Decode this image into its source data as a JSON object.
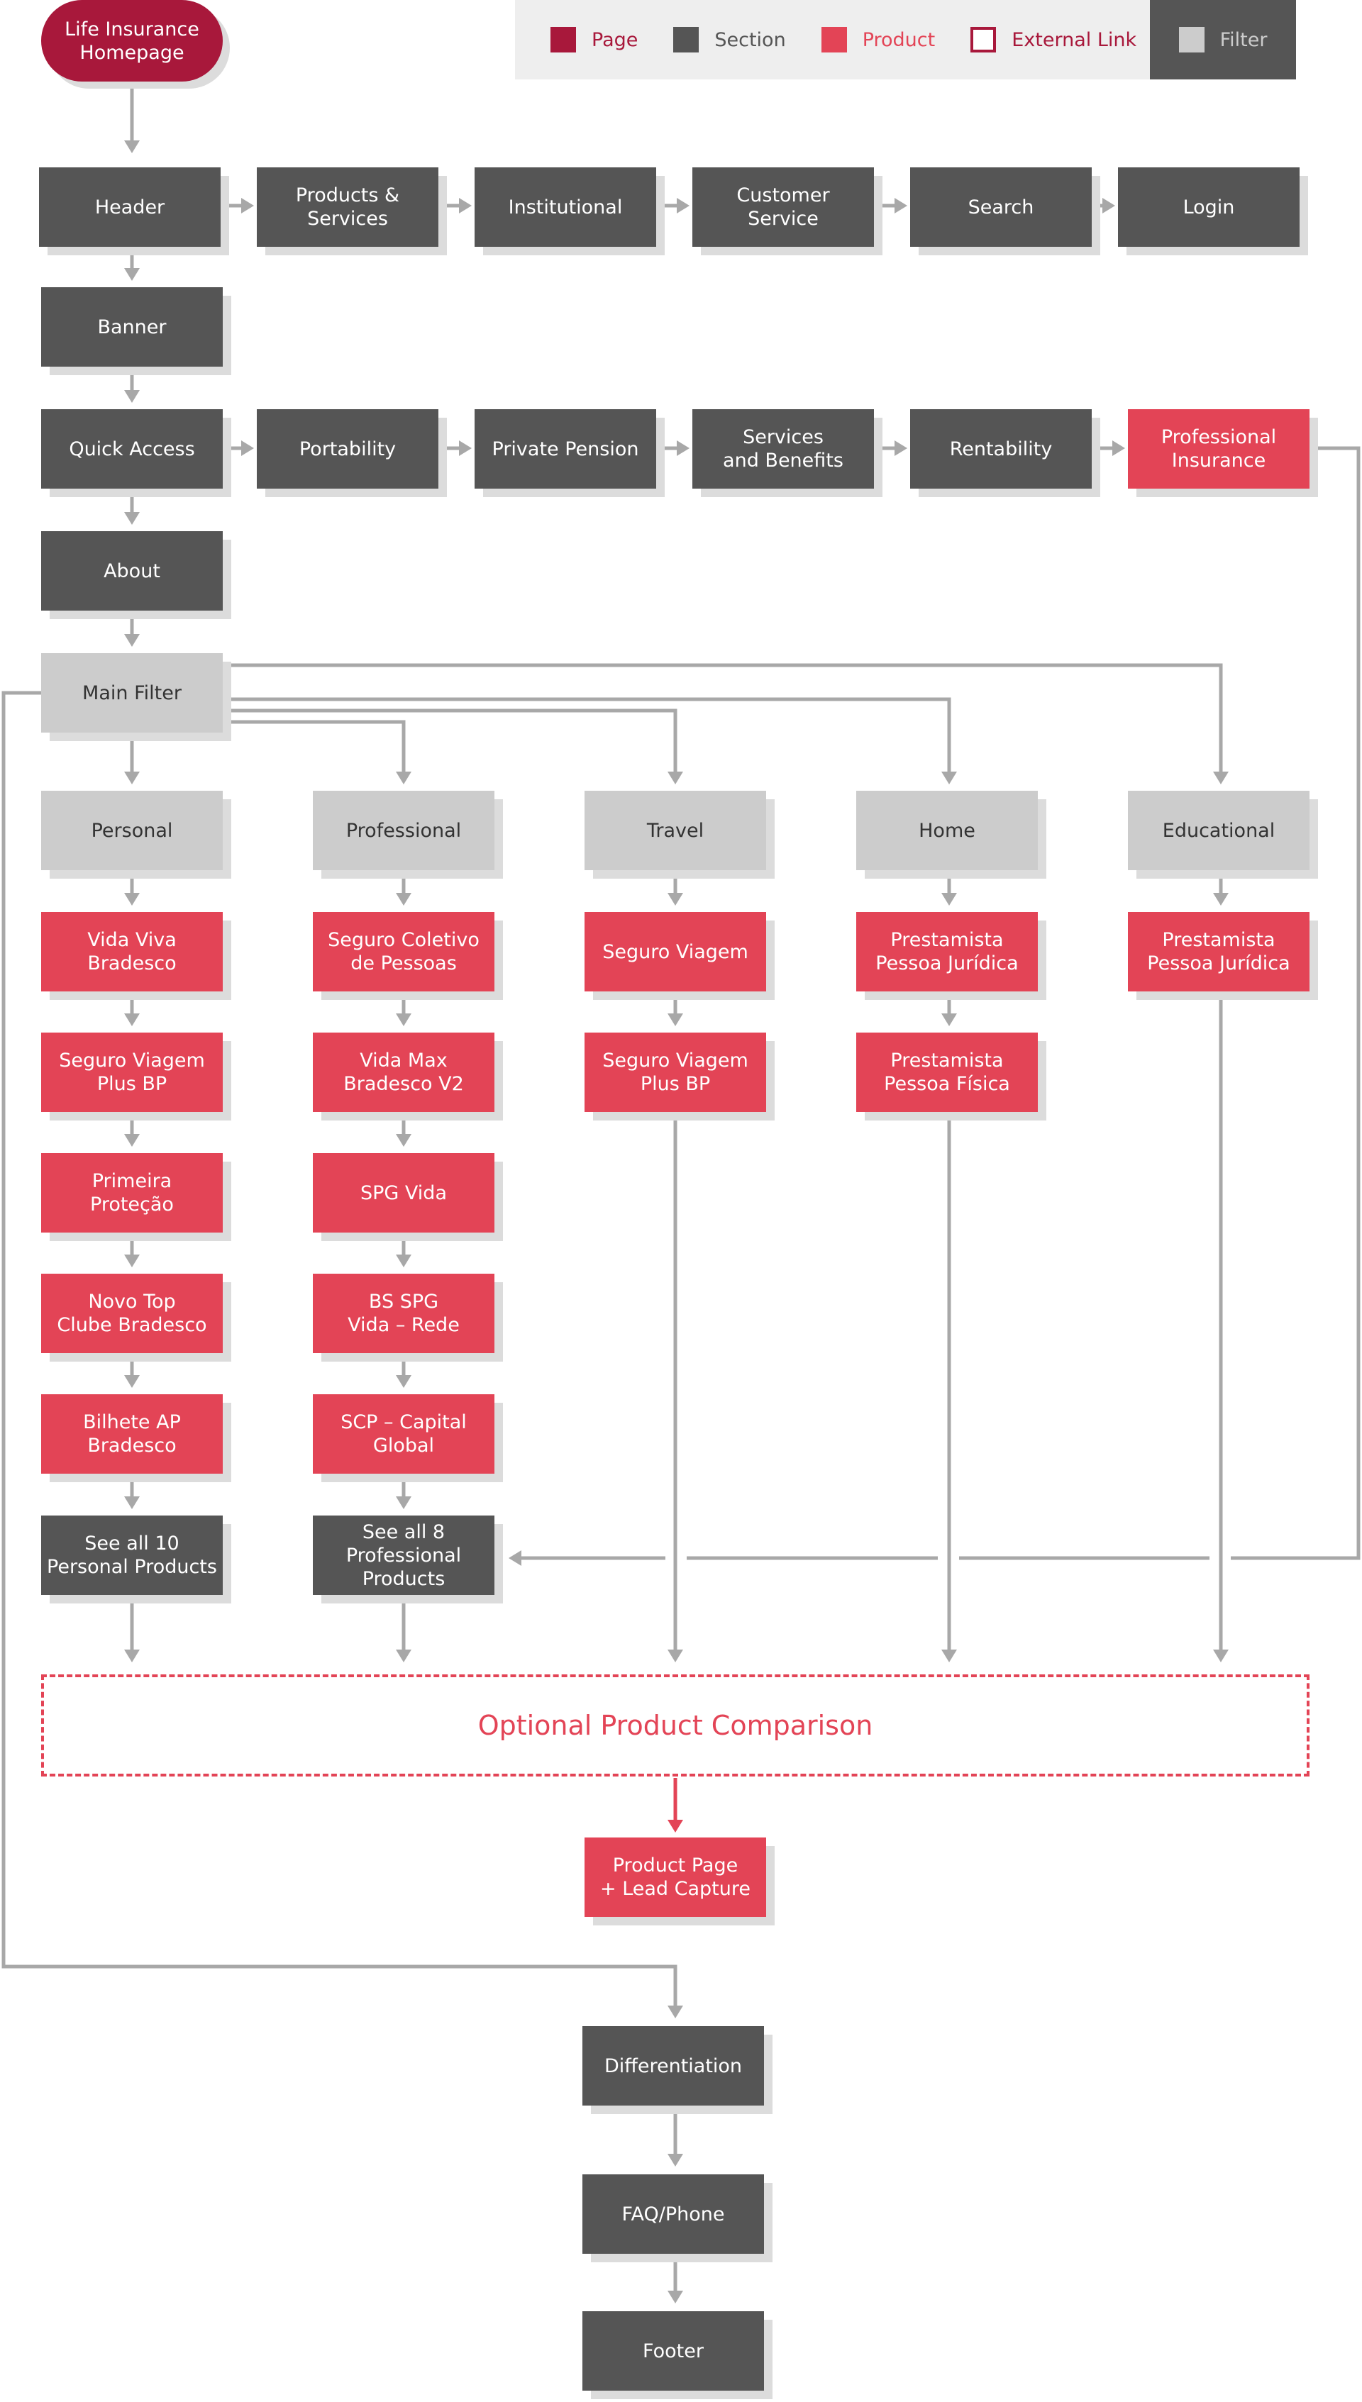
{
  "legend": {
    "page": "Page",
    "section": "Section",
    "product": "Product",
    "external_link": "External Link",
    "filter": "Filter"
  },
  "colors": {
    "page": "#a8183b",
    "section": "#555555",
    "product": "#e34456",
    "filter": "#cccccc",
    "connector": "#a8a8a8"
  },
  "nodes": {
    "homepage": "Life Insurance\nHomepage",
    "header": "Header",
    "products_services": "Products &\nServices",
    "institutional": "Institutional",
    "customer_service": "Customer\nService",
    "search": "Search",
    "login": "Login",
    "banner": "Banner",
    "quick_access": "Quick Access",
    "portability": "Portability",
    "private_pension": "Private Pension",
    "services_benefits": "Services\nand Benefits",
    "rentability": "Rentability",
    "professional_insurance": "Professional\nInsurance",
    "about": "About",
    "main_filter": "Main Filter",
    "personal": "Personal",
    "professional": "Professional",
    "travel": "Travel",
    "home": "Home",
    "educational": "Educational",
    "vida_viva": "Vida Viva\nBradesco",
    "seguro_viagem_plus_personal": "Seguro Viagem\nPlus BP",
    "primeira_protecao": "Primeira\nProteção",
    "novo_top_clube": "Novo Top\nClube Bradesco",
    "bilhete_ap": "Bilhete AP\nBradesco",
    "see_all_personal": "See all 10\nPersonal Products",
    "seguro_coletivo": "Seguro Coletivo\nde Pessoas",
    "vida_max": "Vida Max\nBradesco V2",
    "spg_vida": "SPG Vida",
    "bs_spg_vida_rede": "BS SPG\nVida – Rede",
    "scp_capital_global": "SCP – Capital\nGlobal",
    "see_all_professional": "See all 8\nProfessional Products",
    "seguro_viagem": "Seguro Viagem",
    "seguro_viagem_plus_travel": "Seguro Viagem\nPlus BP",
    "prestamista_pj_home": "Prestamista\nPessoa Jurídica",
    "prestamista_pf_home": "Prestamista\nPessoa Física",
    "prestamista_pj_edu": "Prestamista\nPessoa Jurídica",
    "optional_comparison": "Optional Product Comparison",
    "product_page": "Product Page\n+ Lead Capture",
    "differentiation": "Differentiation",
    "faq_phone": "FAQ/Phone",
    "footer": "Footer"
  }
}
